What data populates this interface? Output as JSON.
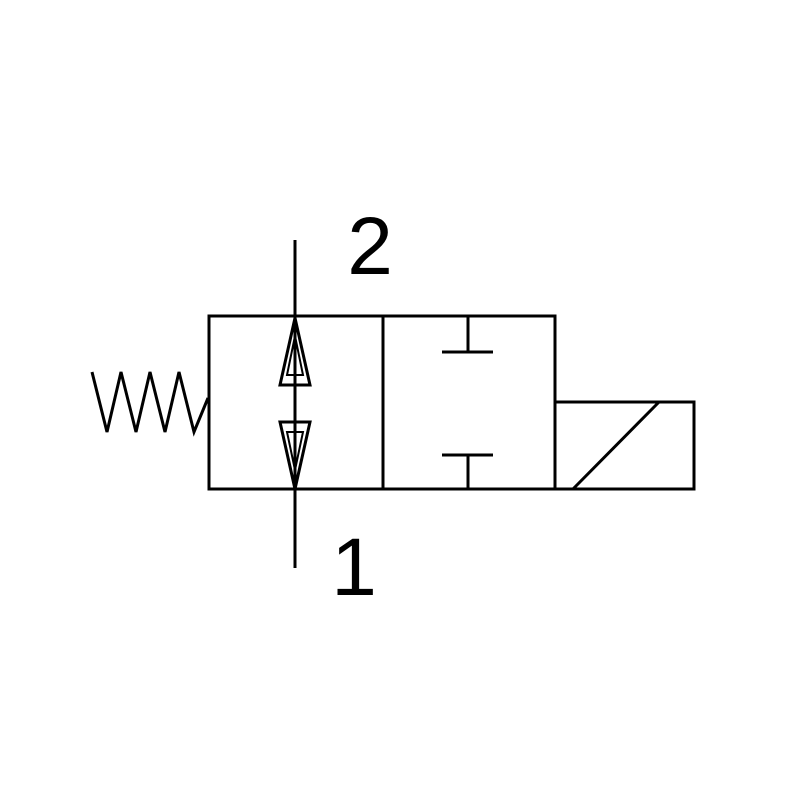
{
  "diagram": {
    "ports": {
      "top_label": "2",
      "bottom_label": "1"
    },
    "components": {
      "return": "spring",
      "left_position": "open-flow-bidirectional",
      "right_position": "closed-blocked",
      "actuator": "solenoid"
    }
  },
  "colors": {
    "line": "#000000",
    "background": "#ffffff"
  }
}
